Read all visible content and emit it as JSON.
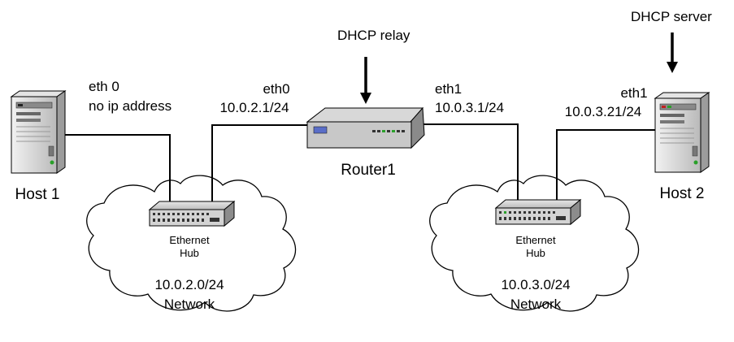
{
  "labels": {
    "dhcp_relay": "DHCP relay",
    "dhcp_server": "DHCP server",
    "router": "Router1",
    "host1": "Host 1",
    "host2": "Host 2",
    "host1_iface": "eth 0",
    "host1_ip": "no ip address",
    "router_eth0": "eth0",
    "router_eth0_ip": "10.0.2.1/24",
    "router_eth1": "eth1",
    "router_eth1_ip": "10.0.3.1/24",
    "host2_iface": "eth1",
    "host2_ip": "10.0.3.21/24"
  },
  "networks": [
    {
      "hub_label_1": "Ethernet",
      "hub_label_2": "Hub",
      "subnet": "10.0.2.0/24",
      "net_label": "Network"
    },
    {
      "hub_label_1": "Ethernet",
      "hub_label_2": "Hub",
      "subnet": "10.0.3.0/24",
      "net_label": "Network"
    }
  ]
}
